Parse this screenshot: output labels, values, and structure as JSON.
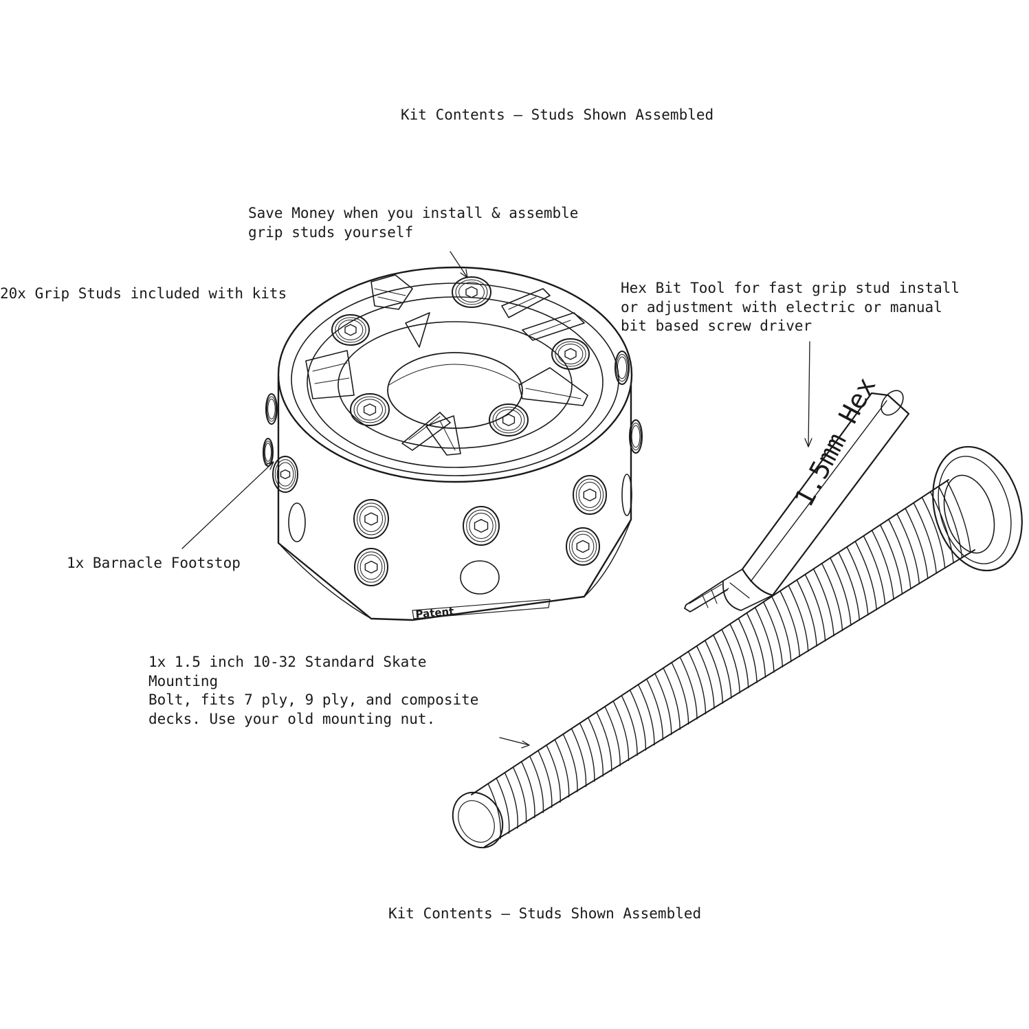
{
  "captions": {
    "top": "Kit Contents — Studs Shown Assembled",
    "bottom": "Kit Contents — Studs Shown Assembled"
  },
  "callouts": {
    "save_money": [
      "Save Money when you install & assemble",
      "grip studs yourself"
    ],
    "grip_studs": "20x Grip Studs included with kits",
    "hex_bit": [
      "Hex Bit Tool for fast grip stud install",
      "or adjustment with electric or manual",
      "bit based screw driver"
    ],
    "footstop": "1x Barnacle Footstop",
    "bolt": [
      "1x 1.5 inch 10-32 Standard Skate",
      "Mounting",
      "Bolt, fits 7 ply, 9 ply, and composite",
      "decks.  Use your old mounting nut."
    ]
  },
  "engravings": {
    "bit_tool": "1.5mm Hex",
    "footstop_base": "Patent"
  },
  "colors": {
    "ink": "#1a1a1a",
    "paper": "#ffffff"
  }
}
